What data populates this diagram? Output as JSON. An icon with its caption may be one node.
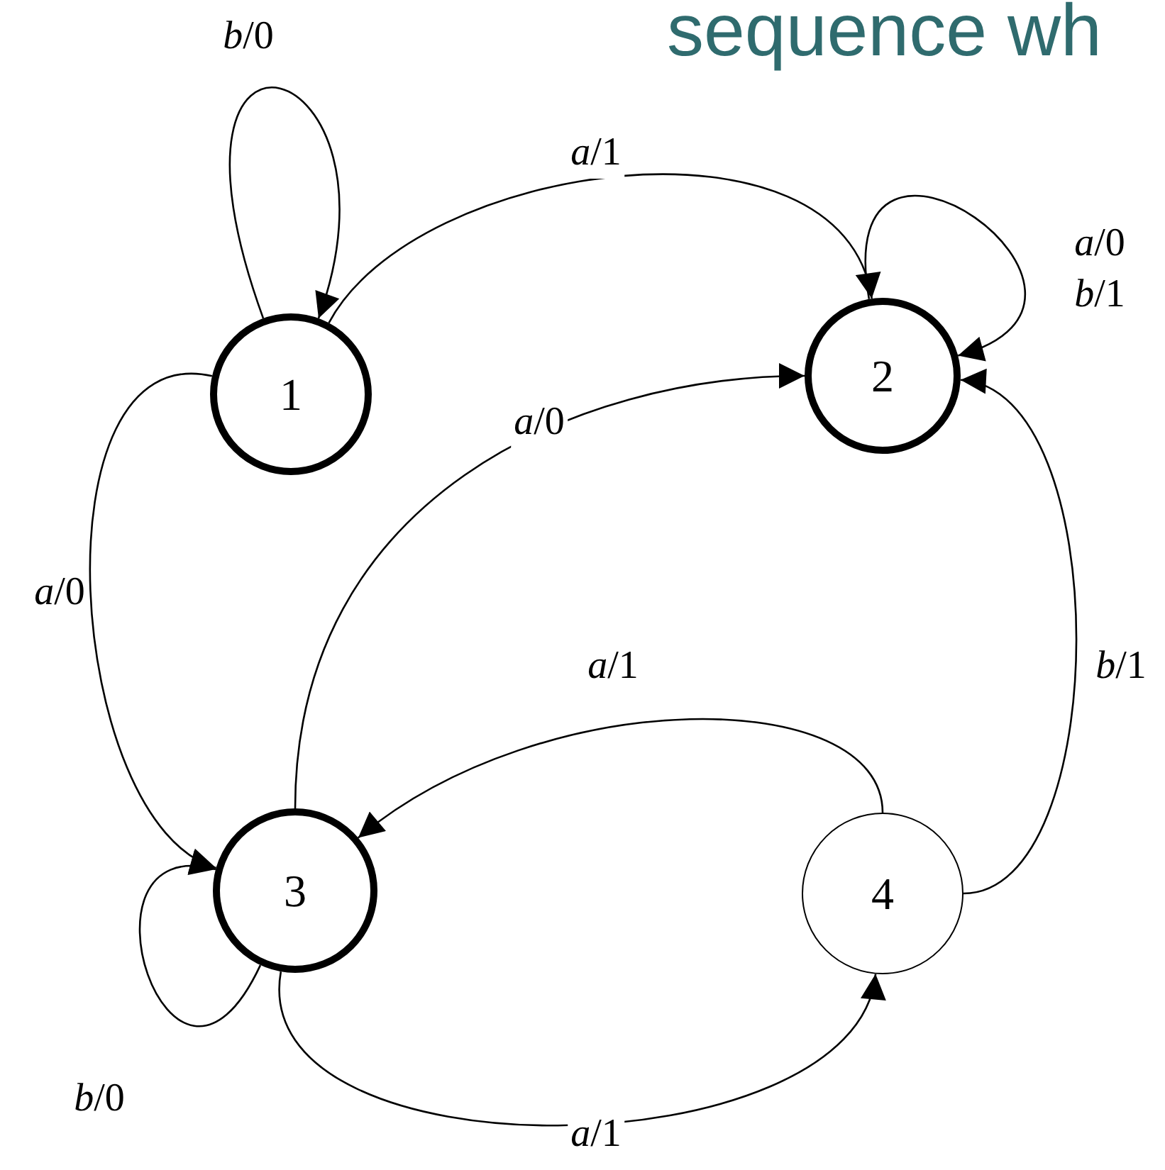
{
  "diagram": {
    "nodes": [
      {
        "text": [
          "1"
        ]
      },
      {
        "text": [
          "2"
        ]
      },
      {
        "text": [
          "3"
        ]
      },
      {
        "text": [
          "4"
        ]
      }
    ],
    "edges": [
      {
        "from": 0,
        "to": 0,
        "arrow": "to",
        "label": "*b*/0"
      },
      {
        "from": 0,
        "to": 1,
        "arrow": "to",
        "label": "*a*/1"
      },
      {
        "from": 1,
        "to": 1,
        "arrow": "to",
        "label": "*a*/0 *b*/1"
      },
      {
        "from": 0,
        "to": 2,
        "arrow": "to",
        "label": "*a*/0"
      },
      {
        "from": 2,
        "to": 1,
        "arrow": "to",
        "label": "*a*/0"
      },
      {
        "from": 3,
        "to": 2,
        "arrow": "to",
        "label": "*a*/1"
      },
      {
        "from": 3,
        "to": 1,
        "arrow": "to",
        "label": "*b*/1"
      },
      {
        "from": 2,
        "to": 2,
        "arrow": "to",
        "label": "*b*/0"
      },
      {
        "from": 2,
        "to": 3,
        "arrow": "to",
        "label": "*a*/1"
      }
    ],
    "labels": [
      "sequence wh"
    ]
  }
}
